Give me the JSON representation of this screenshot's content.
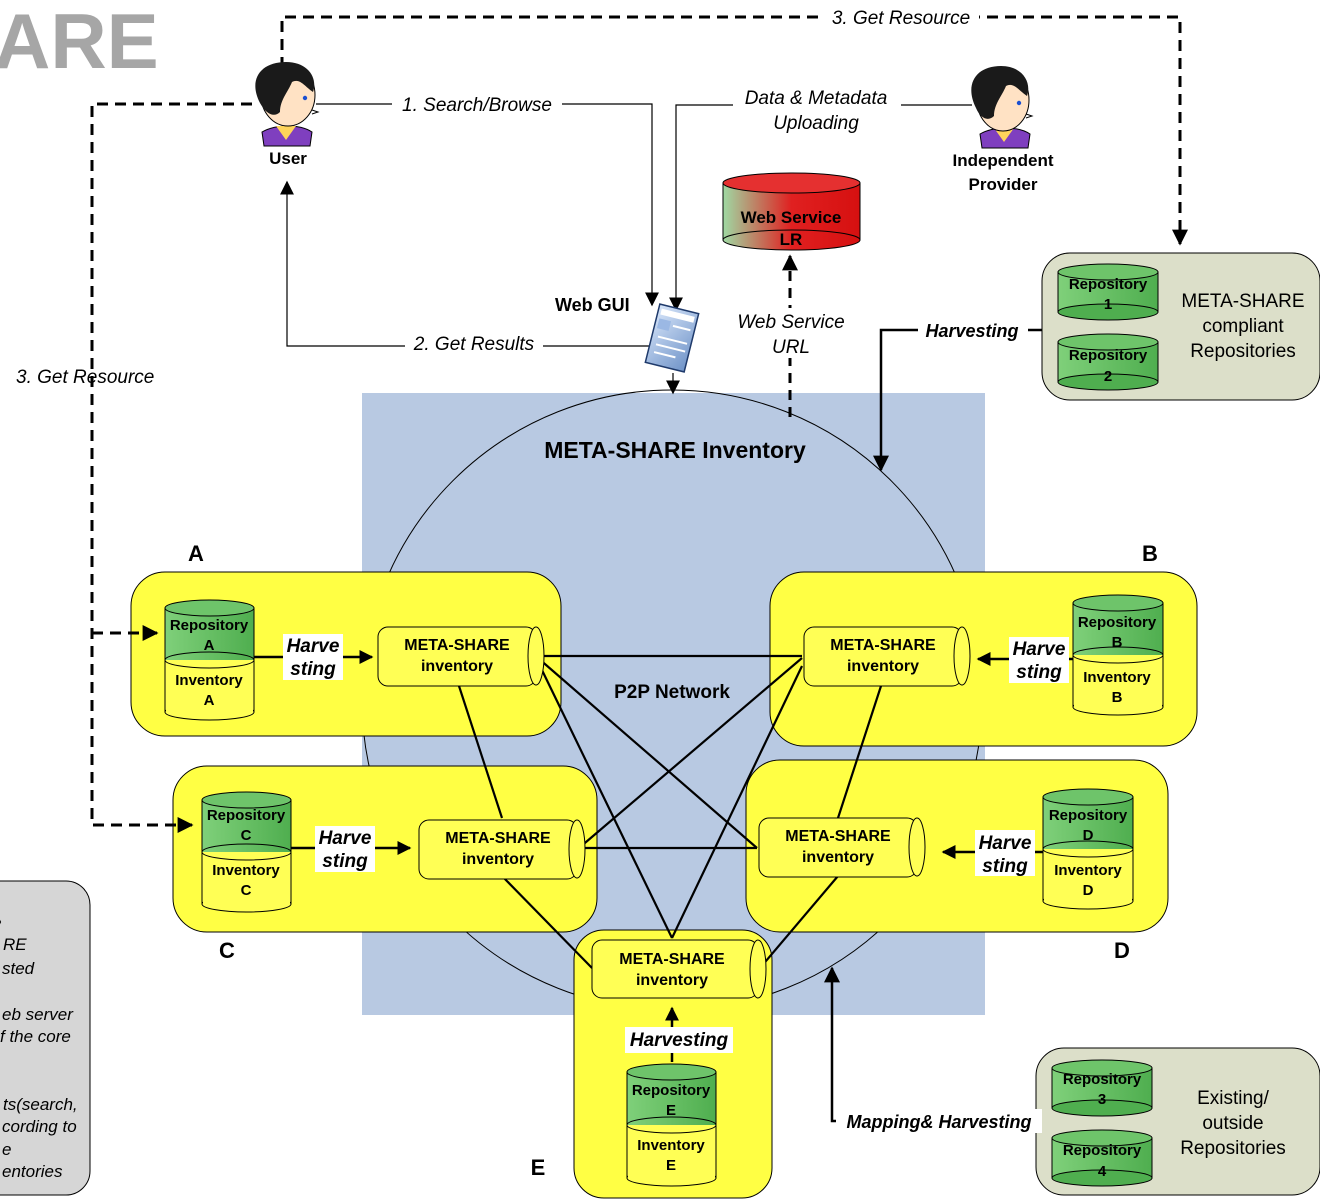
{
  "brand_fragment": "ARE",
  "actors": {
    "user": "User",
    "provider_line1": "Independent",
    "provider_line2": "Provider"
  },
  "flows": {
    "search_browse": "1. Search/Browse",
    "get_results": "2. Get Results",
    "get_resource_top": "3. Get Resource",
    "get_resource_left": "3. Get Resource",
    "upload_line1": "Data & Metadata",
    "upload_line2": "Uploading",
    "ws_url_line1": "Web Service",
    "ws_url_line2": "URL",
    "harvesting": "Harvesting",
    "mapping_harvesting": "Mapping& Harvesting"
  },
  "web_gui": "Web GUI",
  "web_service_lr": {
    "line1": "Web Service",
    "line2": "LR"
  },
  "inventory_title": "META-SHARE Inventory",
  "p2p_label": "P2P Network",
  "node_inventory": {
    "line1": "META-SHARE",
    "line2": "inventory"
  },
  "harve_split": {
    "line1": "Harve",
    "line2": "sting"
  },
  "nodes": {
    "a": {
      "letter": "A",
      "repo1": "Repository",
      "repo2": "A",
      "inv1": "Inventory",
      "inv2": "A"
    },
    "b": {
      "letter": "B",
      "repo1": "Repository",
      "repo2": "B",
      "inv1": "Inventory",
      "inv2": "B"
    },
    "c": {
      "letter": "C",
      "repo1": "Repository",
      "repo2": "C",
      "inv1": "Inventory",
      "inv2": "C"
    },
    "d": {
      "letter": "D",
      "repo1": "Repository",
      "repo2": "D",
      "inv1": "Inventory",
      "inv2": "D"
    },
    "e": {
      "letter": "E",
      "repo1": "Repository",
      "repo2": "E",
      "inv1": "Inventory",
      "inv2": "E",
      "harvesting": "Harvesting"
    }
  },
  "compliant_box": {
    "repos": [
      {
        "line1": "Repository",
        "line2": "1"
      },
      {
        "line1": "Repository",
        "line2": "2"
      }
    ],
    "label_line1": "META-SHARE",
    "label_line2": "compliant",
    "label_line3": "Repositories"
  },
  "outside_box": {
    "repos": [
      {
        "line1": "Repository",
        "line2": "3"
      },
      {
        "line1": "Repository",
        "line2": "4"
      }
    ],
    "label_line1": "Existing/",
    "label_line2": "outside",
    "label_line3": "Repositories"
  },
  "legend_fragments": [
    "RE",
    "sted",
    "eb server",
    "f the core",
    "ts(search,",
    "cording to",
    "e",
    "entories"
  ],
  "colors": {
    "inventory_area": "#b8c9e2",
    "node_box": "#ffff44",
    "repo_box_fill": "#dcdfc9",
    "cyl_top": "#5fbe5f",
    "cyl_bottom": "#ffff55",
    "ws_red": "#e31a1a",
    "legend_fill": "#d6d6d6"
  }
}
